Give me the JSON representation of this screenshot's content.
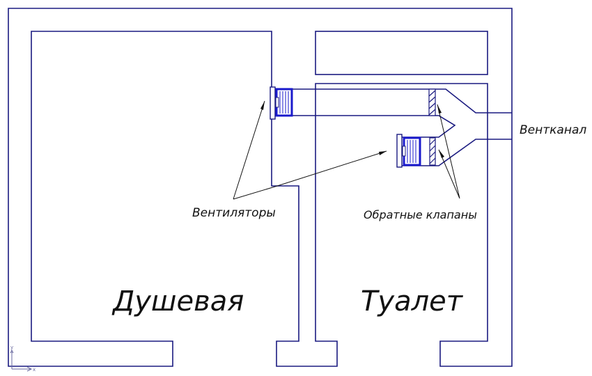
{
  "rooms": {
    "shower": "Душевая",
    "toilet": "Туалет"
  },
  "labels": {
    "fans": "Вентиляторы",
    "check_valves": "Обратные клапаны",
    "vent_channel": "Вентканал"
  },
  "axes": {
    "y": "y",
    "x": "x"
  },
  "colors": {
    "wall": "#1a1a80",
    "fan": "#1a1acc",
    "text": "#111111"
  }
}
